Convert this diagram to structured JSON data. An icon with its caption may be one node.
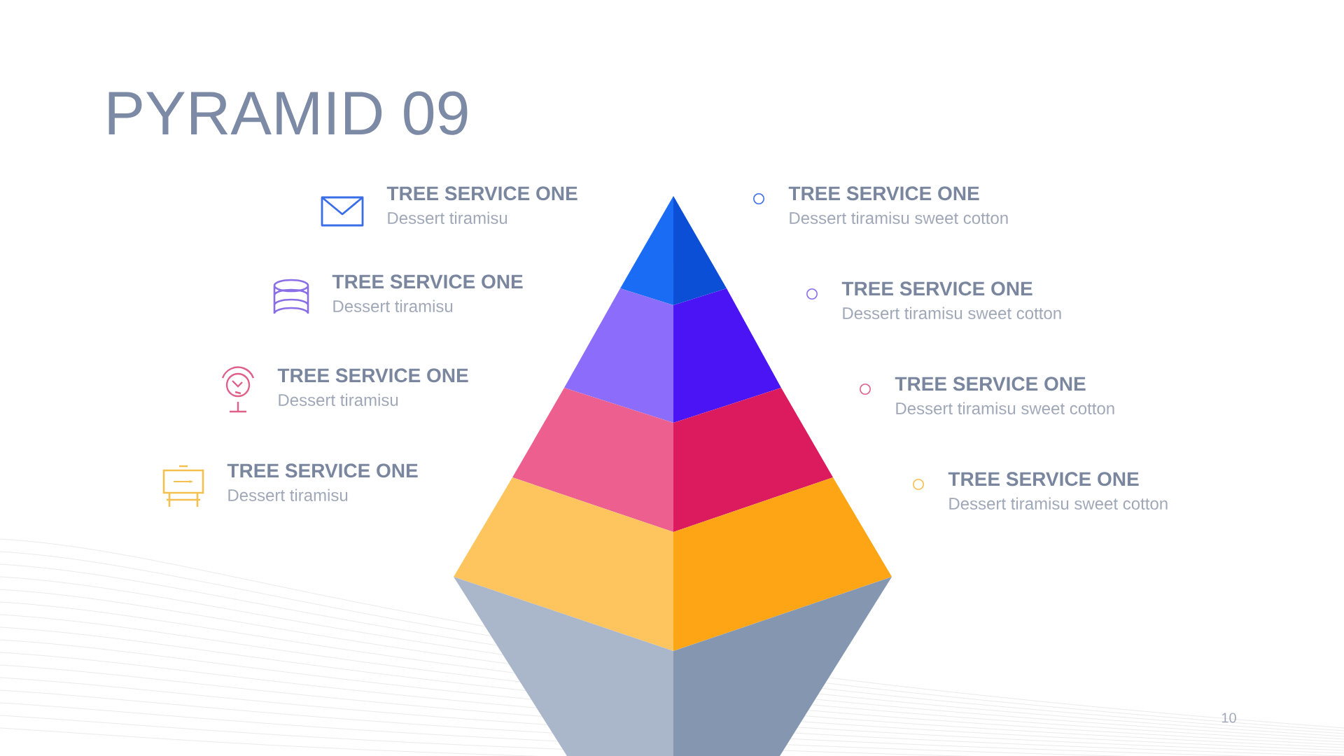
{
  "diagram": {
    "title": "PYRAMID 09",
    "labels": [
      "TREE SERVICE ONE",
      "Dessert tiramisu",
      "TREE SERVICE ONE",
      "Dessert tiramisu sweet cotton",
      "TREE SERVICE ONE",
      "Dessert tiramisu",
      "TREE SERVICE ONE",
      "Dessert tiramisu sweet cotton",
      "TREE SERVICE ONE",
      "Dessert tiramisu",
      "TREE SERVICE ONE",
      "Dessert tiramisu sweet cotton",
      "TREE SERVICE ONE",
      "Dessert tiramisu",
      "TREE SERVICE ONE",
      "Dessert tiramisu sweet cotton",
      "10"
    ]
  }
}
